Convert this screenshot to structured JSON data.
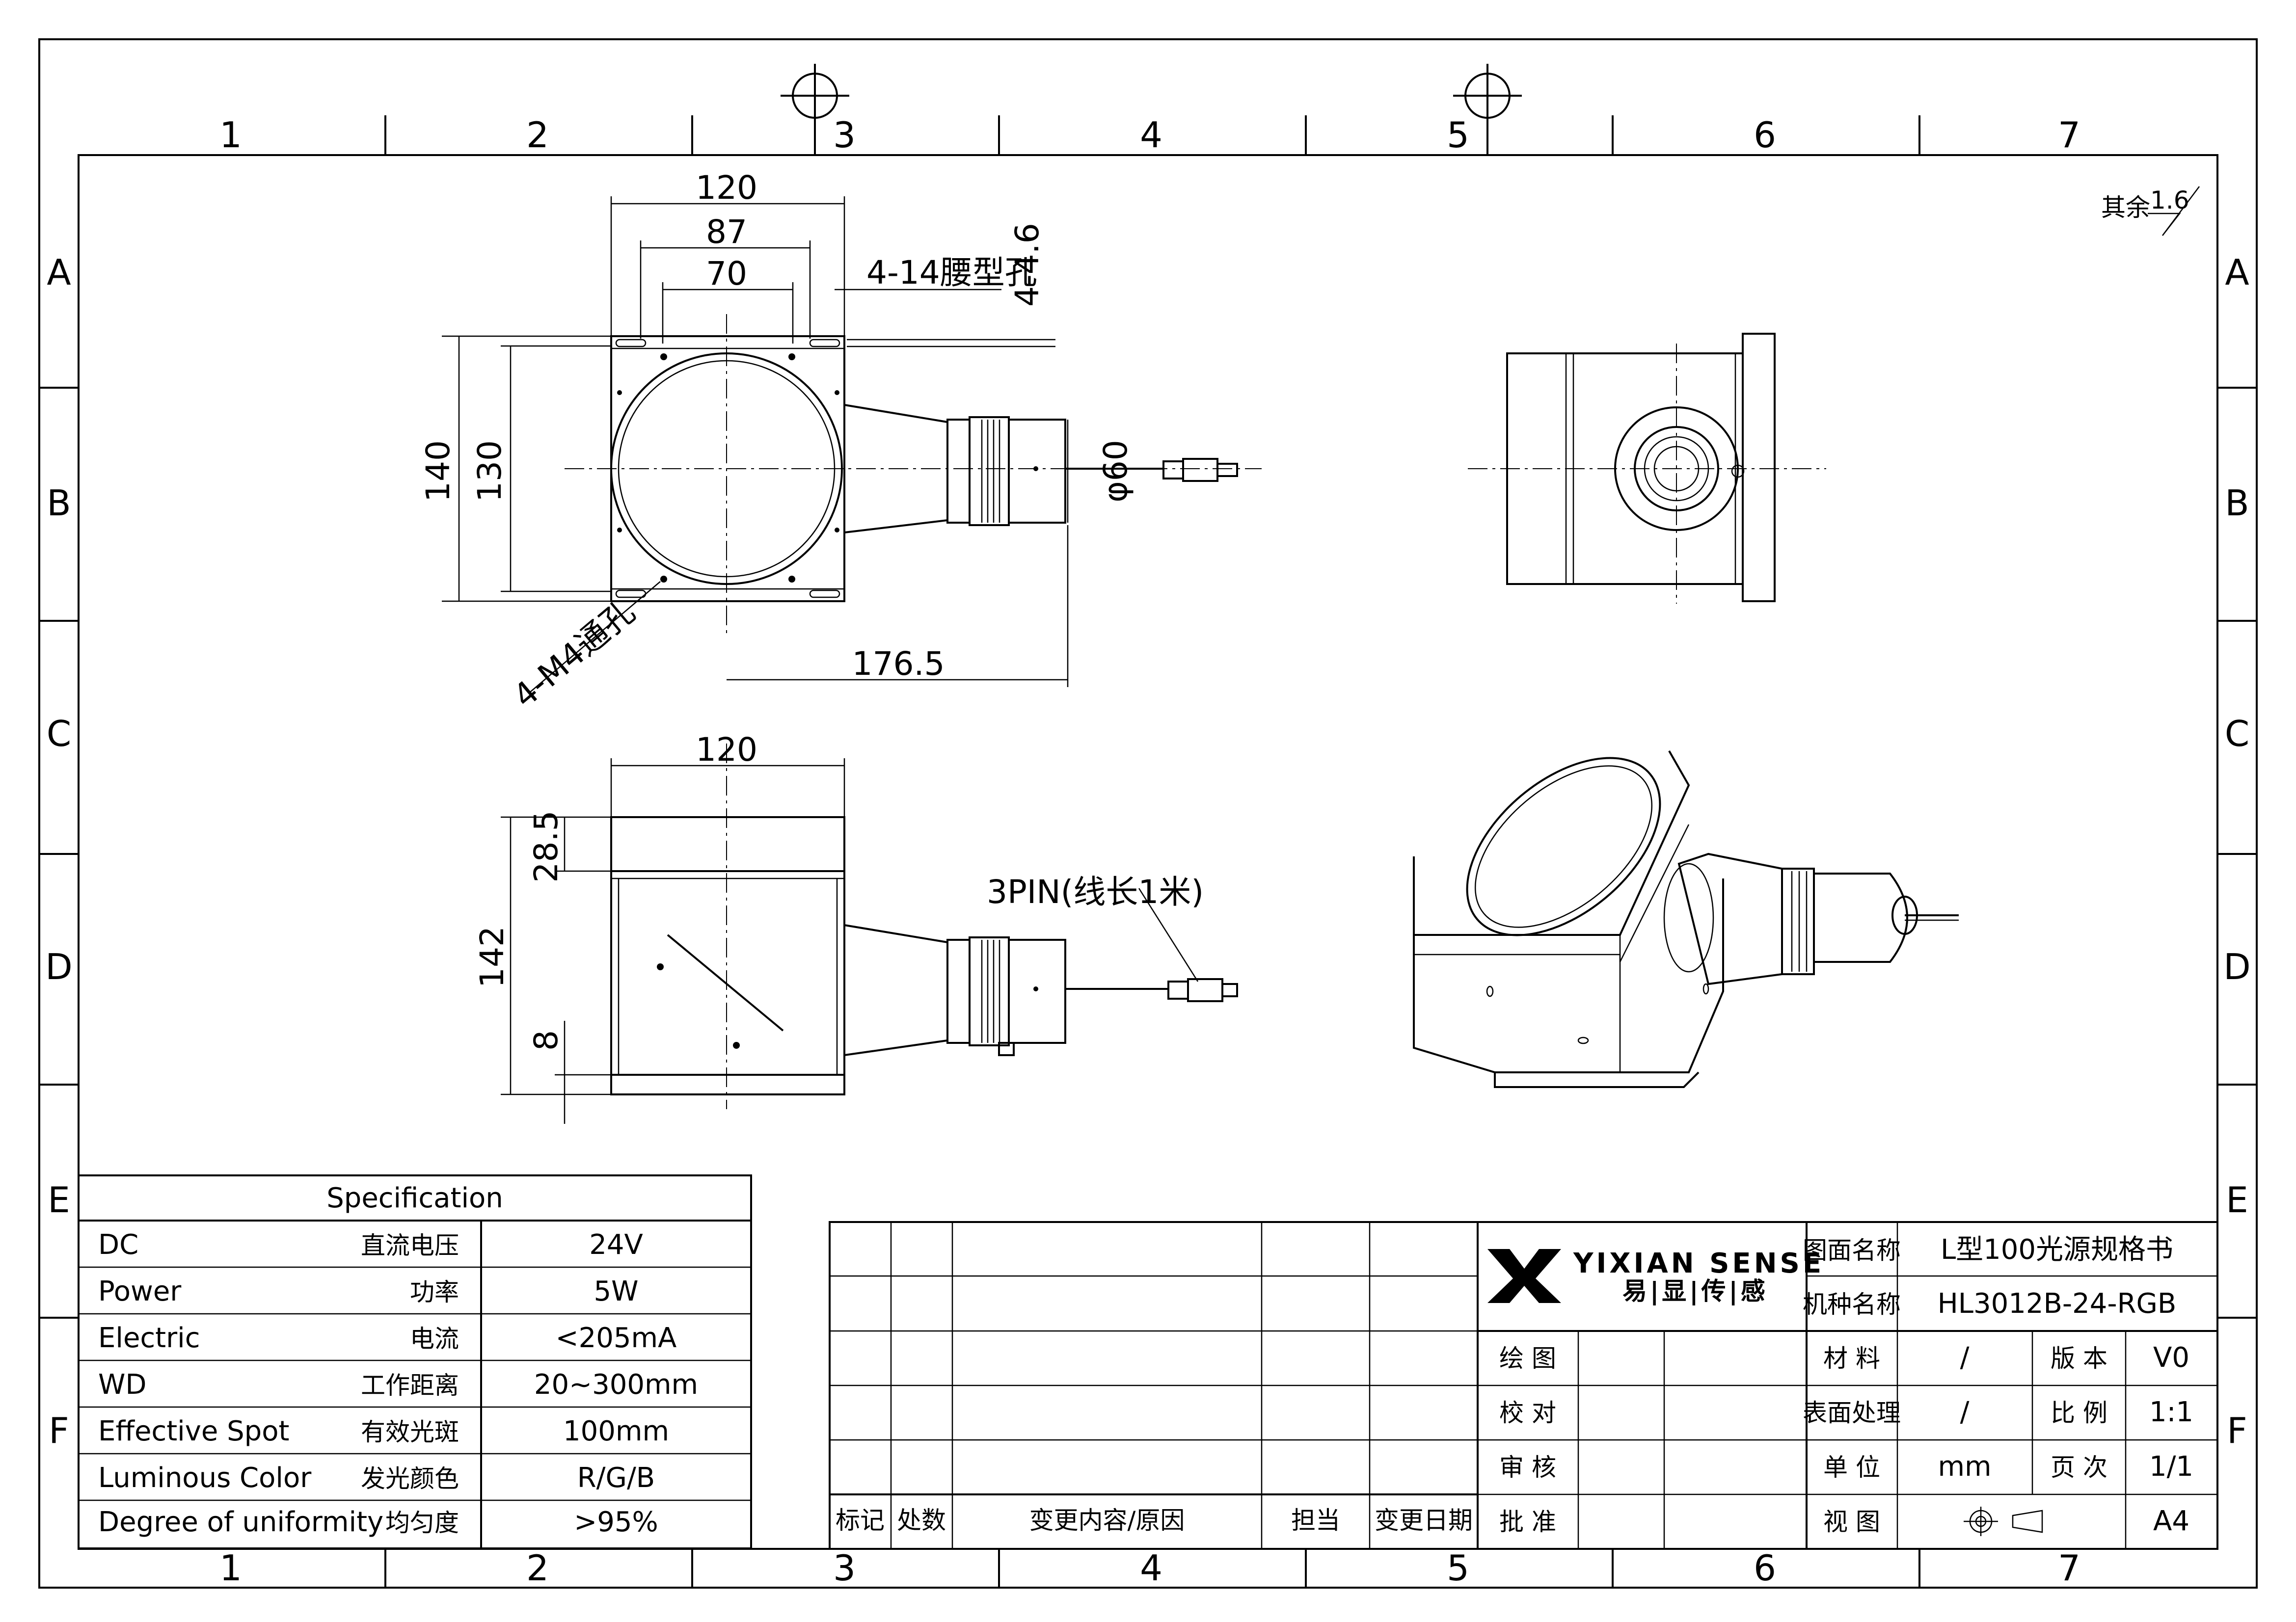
{
  "zones": {
    "columns": [
      "1",
      "2",
      "3",
      "4",
      "5",
      "6",
      "7"
    ],
    "rows": [
      "A",
      "B",
      "C",
      "D",
      "E",
      "F"
    ]
  },
  "surface_finish": {
    "label": "其余",
    "value": "1.6"
  },
  "dimensions": {
    "top_width": "120",
    "inner_width_87": "87",
    "inner_width_70": "70",
    "slot_holes": "4-14腰型孔",
    "slot_width": "4-4.6",
    "height_140": "140",
    "height_130": "130",
    "diameter": "φ60",
    "through_holes": "4-M4通孔",
    "length": "176.5",
    "front_width": "120",
    "front_top": "28.5",
    "front_height": "142",
    "front_bottom": "8",
    "cable_note": "3PIN(线长1米)"
  },
  "specification": {
    "title": "Specification",
    "rows": [
      {
        "en": "DC",
        "cn": "直流电压",
        "value": "24V"
      },
      {
        "en": "Power",
        "cn": "功率",
        "value": "5W"
      },
      {
        "en": "Electric",
        "cn": "电流",
        "value": "<205mA"
      },
      {
        "en": "WD",
        "cn": "工作距离",
        "value": "20~300mm"
      },
      {
        "en": "Effective Spot",
        "cn": "有效光斑",
        "value": "100mm"
      },
      {
        "en": "Luminous Color",
        "cn": "发光颜色",
        "value": "R/G/B"
      },
      {
        "en": "Degree of uniformity",
        "cn": "均匀度",
        "value": ">95%"
      }
    ]
  },
  "revision_table": {
    "headers": [
      "标记",
      "处数",
      "变更内容/原因",
      "担当",
      "变更日期"
    ]
  },
  "title_block": {
    "company_en": "YIXIAN SENSE",
    "company_cn": "易|显|传|感",
    "drawing_name_label": "图面名称",
    "drawing_name": "L型100光源规格书",
    "model_label": "机种名称",
    "model": "HL3012B-24-RGB",
    "roles": [
      "绘 图",
      "校 对",
      "审 核",
      "批 准"
    ],
    "material_label": "材 料",
    "material": "/",
    "version_label": "版 本",
    "version": "V0",
    "surface_label": "表面处理",
    "surface": "/",
    "scale_label": "比 例",
    "scale": "1:1",
    "unit_label": "单 位",
    "unit": "mm",
    "page_label": "页 次",
    "page": "1/1",
    "view_label": "视 图",
    "paper": "A4"
  }
}
